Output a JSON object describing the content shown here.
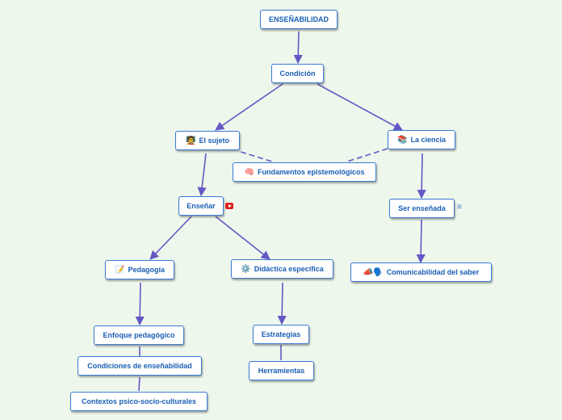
{
  "nodes": {
    "root": "ENSEÑABILIDAD",
    "condicion": "Condición",
    "sujeto": "El sujeto",
    "ciencia": "La ciencia",
    "fundamentos": "Fundamentos epistemológicos",
    "ensenar": "Enseñar",
    "ensenada": "Ser enseñada",
    "pedagogia": "Pedagogía",
    "didactica": "Didáctica específica",
    "comunicabilidad": "Comunicabilidad del saber",
    "enfoque": "Enfoque pedagógico",
    "estrategias": "Estrategias",
    "condiciones": "Condiciones de enseñabilidad",
    "herramientas": "Herramientas",
    "contextos": "Contextos psico-socio-culturales"
  },
  "icons": {
    "sujeto": "🧑‍🏫",
    "ciencia": "📚",
    "fundamentos": "🧠",
    "pedagogia": "📝",
    "didactica": "⚙️",
    "comunicabilidad": "📣🗣️",
    "notes": "≡"
  },
  "colors": {
    "background": "#eef7ec",
    "node_border": "#3a7bd5",
    "node_text": "#1a5fb4",
    "connector": "#6457c4"
  }
}
